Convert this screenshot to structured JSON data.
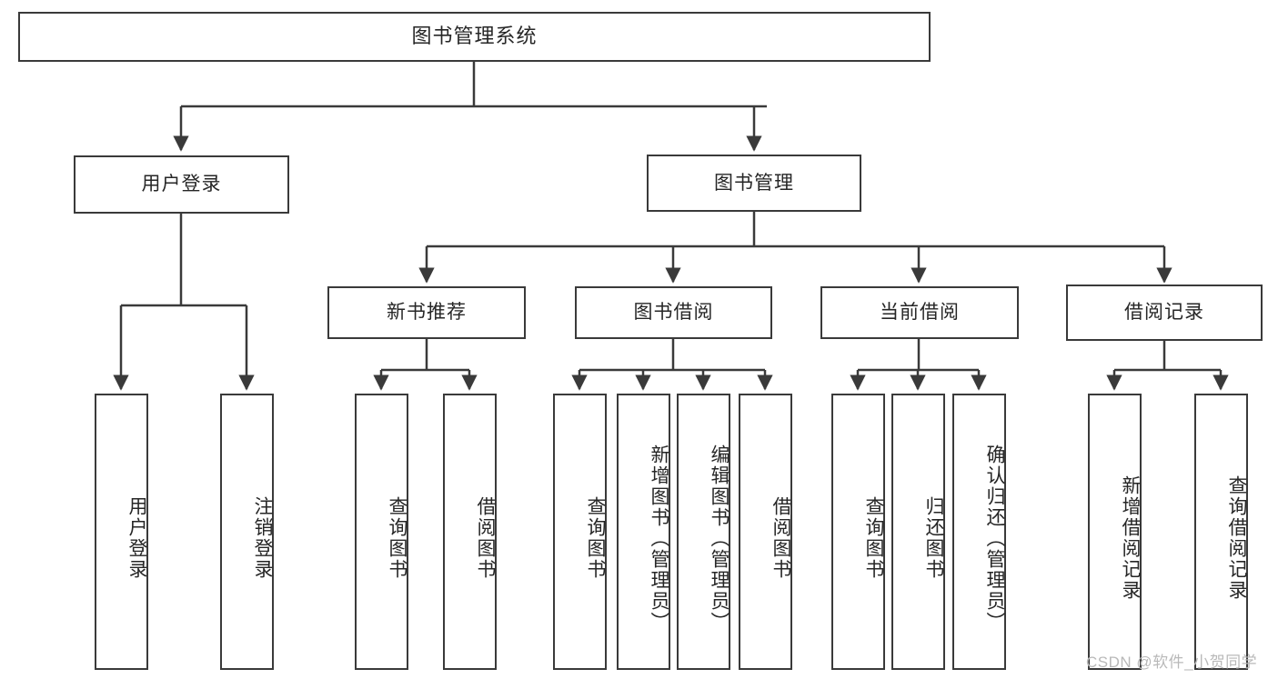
{
  "diagram": {
    "title_node": {
      "label": "图书管理系统"
    },
    "level2": [
      {
        "id": "user-login",
        "label": "用户登录"
      },
      {
        "id": "book-manage",
        "label": "图书管理"
      }
    ],
    "level3": [
      {
        "id": "new-book-recommend",
        "label": "新书推荐"
      },
      {
        "id": "book-borrow",
        "label": "图书借阅"
      },
      {
        "id": "current-borrow",
        "label": "当前借阅"
      },
      {
        "id": "borrow-record",
        "label": "借阅记录"
      }
    ],
    "leaves": {
      "user_login": [
        {
          "id": "leaf-user-login",
          "label": "用户登录"
        },
        {
          "id": "leaf-logout-login",
          "label": "注销登录"
        }
      ],
      "new_book_recommend": [
        {
          "id": "leaf-query-book-1",
          "label": "查询图书"
        },
        {
          "id": "leaf-borrow-book-1",
          "label": "借阅图书"
        }
      ],
      "book_borrow": [
        {
          "id": "leaf-query-book-2",
          "label": "查询图书"
        },
        {
          "id": "leaf-add-book",
          "label": "新增图书（管理员）"
        },
        {
          "id": "leaf-edit-book",
          "label": "编辑图书（管理员）"
        },
        {
          "id": "leaf-borrow-book-2",
          "label": "借阅图书"
        }
      ],
      "current_borrow": [
        {
          "id": "leaf-query-book-3",
          "label": "查询图书"
        },
        {
          "id": "leaf-return-book",
          "label": "归还图书"
        },
        {
          "id": "leaf-confirm-return",
          "label": "确认归还（管理员）"
        }
      ],
      "borrow_record": [
        {
          "id": "leaf-add-record",
          "label": "新增借阅记录"
        },
        {
          "id": "leaf-query-record",
          "label": "查询借阅记录"
        }
      ]
    },
    "watermark": "CSDN @软件_小贺同学",
    "colors": {
      "stroke": "#3a3a3a",
      "fill": "#ffffff",
      "text": "#262626",
      "watermark": "#b9b9b9"
    }
  }
}
